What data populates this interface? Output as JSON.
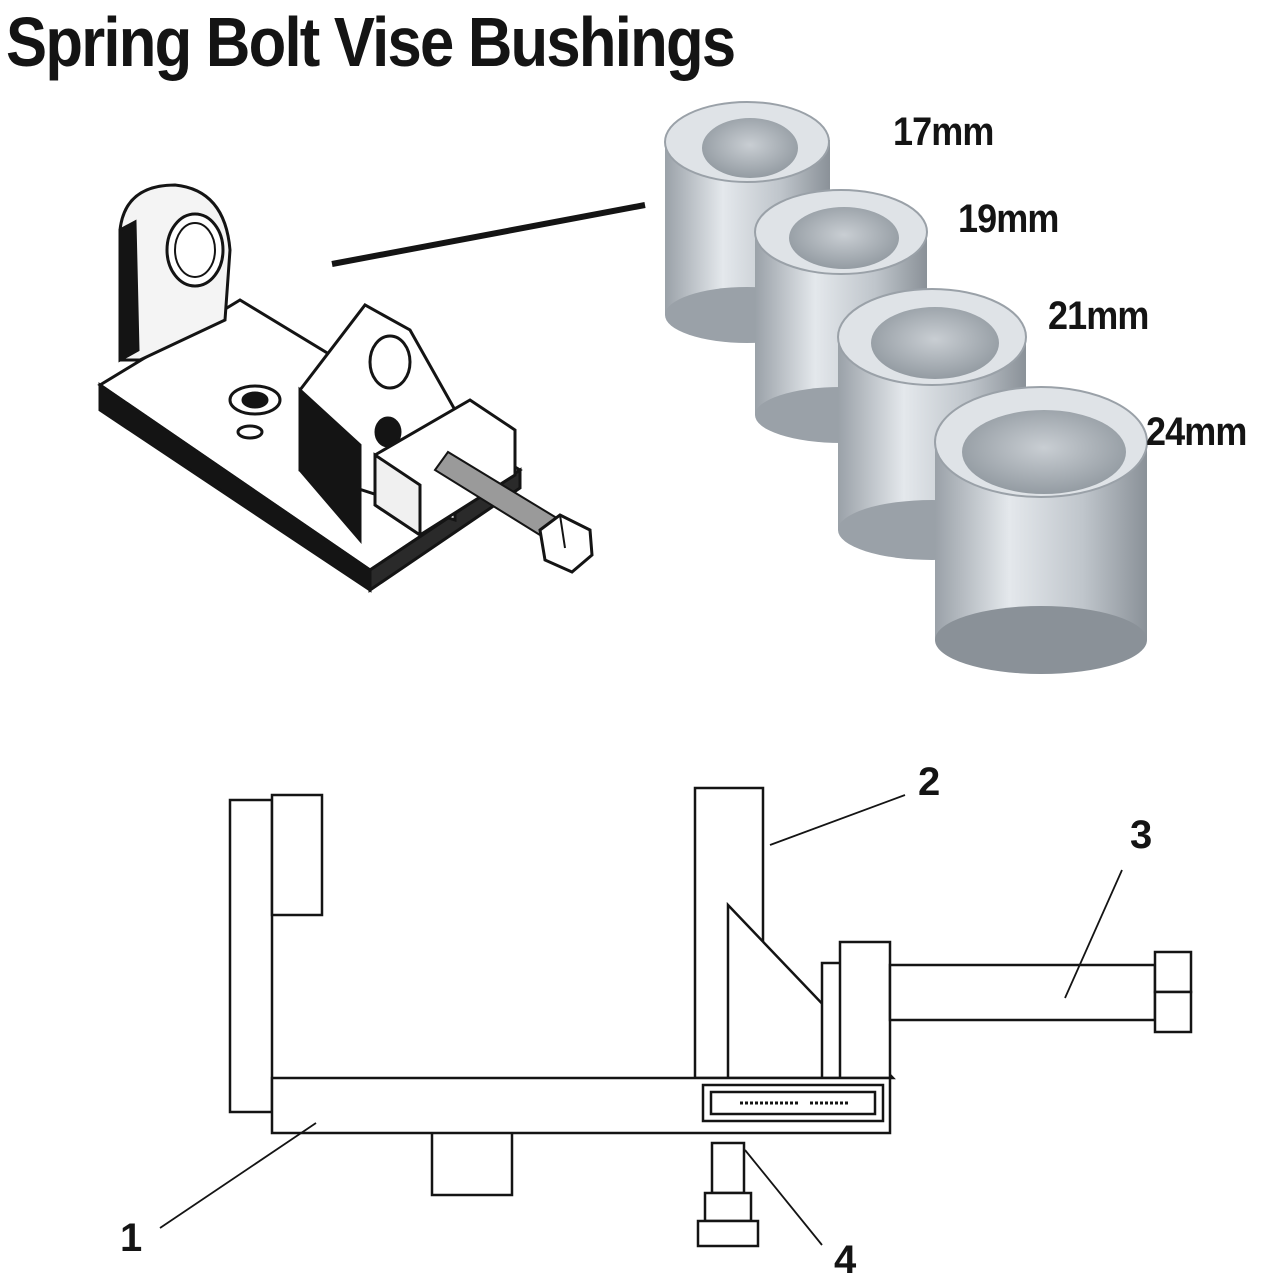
{
  "title": "Spring Bolt Vise Bushings",
  "bushings": [
    {
      "label": "17mm"
    },
    {
      "label": "19mm"
    },
    {
      "label": "21mm"
    },
    {
      "label": "24mm"
    }
  ],
  "callouts": [
    "1",
    "2",
    "3",
    "4"
  ],
  "colors": {
    "ink": "#141414",
    "metal_light": "#e2e6ea",
    "metal_mid": "#b8bec4",
    "metal_dark": "#7e868d"
  }
}
